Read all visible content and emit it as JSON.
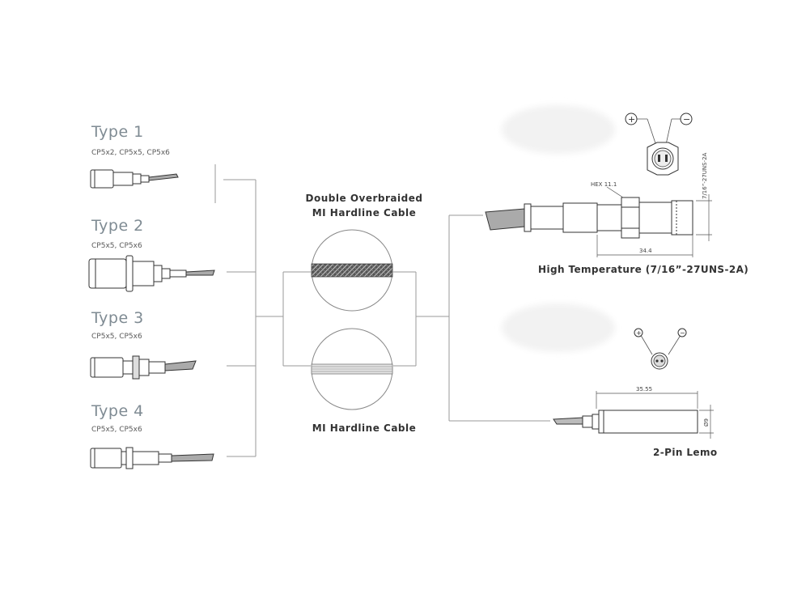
{
  "types": [
    {
      "title": "Type 1",
      "models": "CP5x2, CP5x5, CP5x6"
    },
    {
      "title": "Type 2",
      "models": "CP5x5, CP5x6"
    },
    {
      "title": "Type 3",
      "models": "CP5x5, CP5x6"
    },
    {
      "title": "Type 4",
      "models": "CP5x5, CP5x6"
    }
  ],
  "cables": {
    "double_line1": "Double Overbraided",
    "double_line2": "MI Hardline Cable",
    "mi": "MI Hardline Cable"
  },
  "connectors": {
    "high_temp": "High Temperature (7/16”-27UNS-2A)",
    "lemo": "2-Pin Lemo"
  },
  "dimensions": {
    "hex": "HEX 11.1",
    "length_ht": "34.4",
    "thread": "7/16”-27UNS-2A",
    "length_lemo": "35.55",
    "dia_lemo": "Ø9"
  },
  "pins": {
    "plus": "+",
    "minus": "−"
  }
}
